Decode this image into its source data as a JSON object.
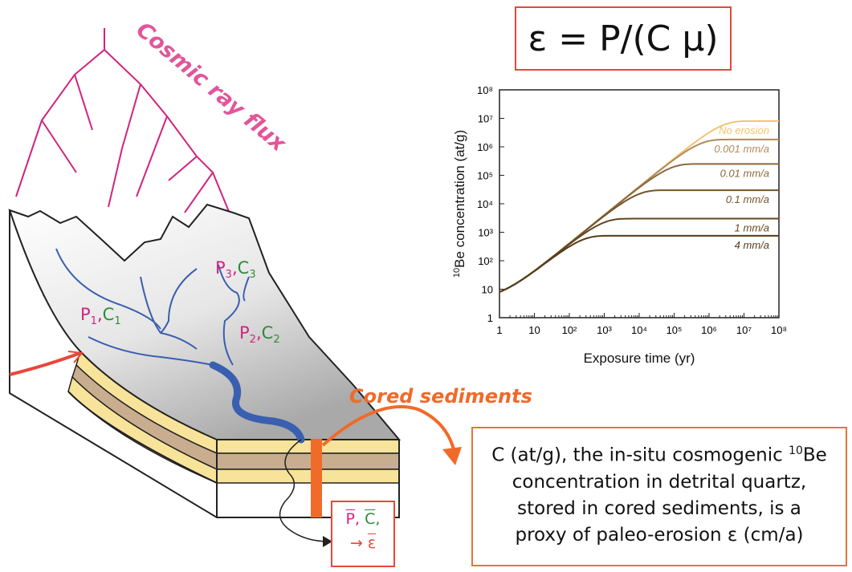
{
  "formula": "ε = P/(C μ)",
  "cosmic_label": "Cosmic ray flux",
  "cored_label": "Cored sediments",
  "basin_labels": [
    {
      "p": "P",
      "c": "C",
      "sub": "1"
    },
    {
      "p": "P",
      "c": "C",
      "sub": "2"
    },
    {
      "p": "P",
      "c": "C",
      "sub": "3"
    }
  ],
  "mean_box": {
    "line1_p": "P",
    "line1_c": "C",
    "arrow": "→",
    "epsilon": "ε"
  },
  "description": {
    "line1_pre": "C (at/g), the in-situ cosmogenic ",
    "line1_sup": "10",
    "line1_post": "Be",
    "line2": "concentration in detrital quartz,",
    "line3": "stored in cored sediments, is a",
    "line4": "proxy of paleo-erosion ε (cm/a)"
  },
  "colors": {
    "pink": "#d2237e",
    "green": "#2e8b3a",
    "red": "#e8473a",
    "orange": "#f06a2a",
    "river": "#3a5fb0"
  },
  "chart_data": {
    "type": "line",
    "xscale": "log",
    "yscale": "log",
    "xlim": [
      1,
      100000000
    ],
    "ylim": [
      1,
      100000000
    ],
    "xlabel": "Exposure time (yr)",
    "ylabel_sup": "10",
    "ylabel": "Be concentration (at/g)",
    "xticks": [
      "1",
      "10",
      "10²",
      "10³",
      "10⁴",
      "10⁵",
      "10⁶",
      "10⁷",
      "10⁸"
    ],
    "yticks": [
      "1",
      "10",
      "10²",
      "10³",
      "10⁴",
      "10⁵",
      "10⁶",
      "10⁷",
      "10⁸"
    ],
    "production_rate": 4,
    "series": [
      {
        "name": "No erosion",
        "saturation": 8000000,
        "color": "#f3c36b"
      },
      {
        "name": "0.001 mm/a",
        "saturation": 1800000,
        "color": "#b08a5a"
      },
      {
        "name": "0.01 mm/a",
        "saturation": 250000,
        "color": "#8a6a3c"
      },
      {
        "name": "0.1 mm/a",
        "saturation": 30000,
        "color": "#74552b"
      },
      {
        "name": "1 mm/a",
        "saturation": 3000,
        "color": "#63461f"
      },
      {
        "name": "4 mm/a",
        "saturation": 750,
        "color": "#553a18"
      }
    ]
  }
}
